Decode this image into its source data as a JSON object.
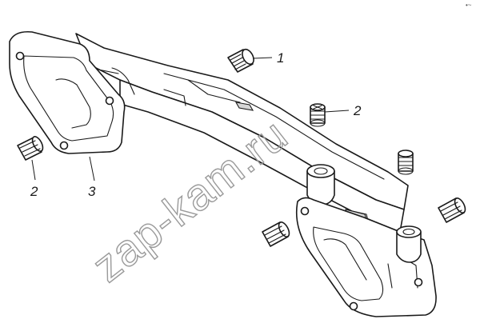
{
  "callouts": {
    "part_1": "1",
    "part_2_upper": "2",
    "part_2_left": "2",
    "part_3": "3"
  },
  "watermark": "zap-kam.ru",
  "corner_mark": "•~"
}
